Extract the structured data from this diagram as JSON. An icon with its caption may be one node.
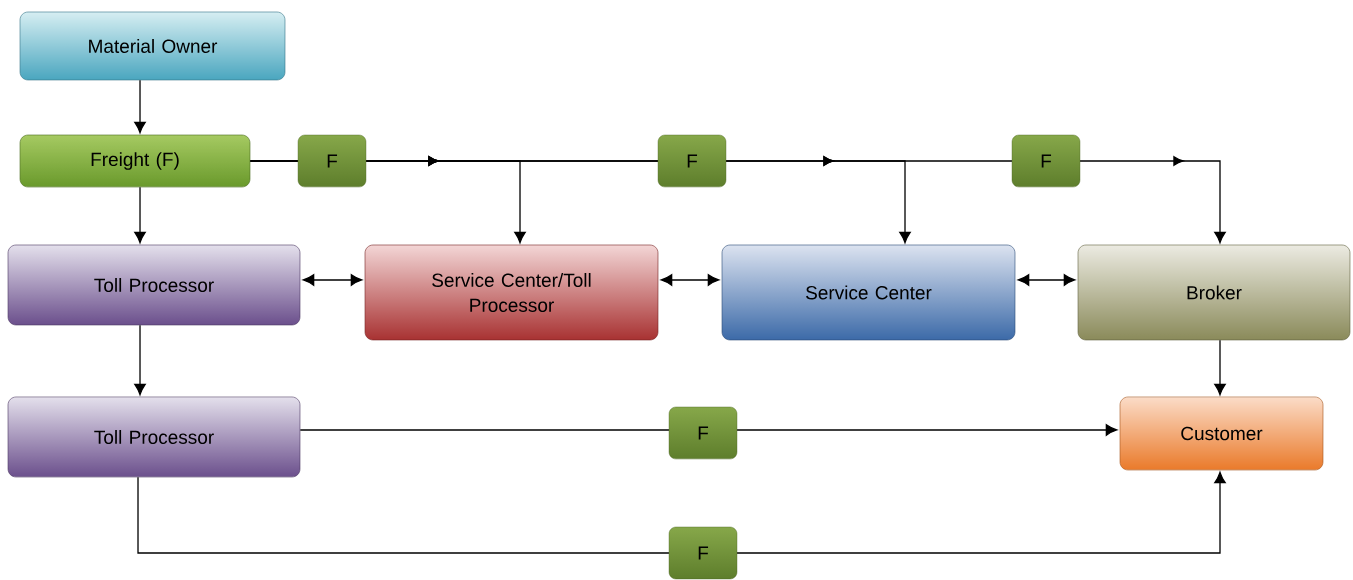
{
  "diagram": {
    "nodes": [
      {
        "text": [
          "Material Owner"
        ]
      },
      {
        "text": [
          "Freight (F)"
        ]
      },
      {
        "text": [
          "Toll Processor"
        ]
      },
      {
        "text": [
          "Service Center/Toll Processor"
        ]
      },
      {
        "text": [
          "Service Center"
        ]
      },
      {
        "text": [
          "Broker"
        ]
      },
      {
        "text": [
          "Toll Processor"
        ]
      },
      {
        "text": [
          "Customer"
        ]
      }
    ],
    "edges": [
      {
        "from": 0,
        "to": 1,
        "arrow": "to"
      },
      {
        "from": 1,
        "to": 2,
        "arrow": "to"
      },
      {
        "from": 1,
        "to": 3,
        "arrow": "to",
        "label": "F"
      },
      {
        "from": 1,
        "to": 4,
        "arrow": "to",
        "label": "F"
      },
      {
        "from": 1,
        "to": 5,
        "arrow": "to",
        "label": "F"
      },
      {
        "from": 2,
        "to": 3,
        "arrow": "both"
      },
      {
        "from": 3,
        "to": 4,
        "arrow": "both"
      },
      {
        "from": 4,
        "to": 5,
        "arrow": "both"
      },
      {
        "from": 2,
        "to": 6,
        "arrow": "to"
      },
      {
        "from": 5,
        "to": 7,
        "arrow": "to"
      },
      {
        "from": 6,
        "to": 7,
        "arrow": "to",
        "label": "F"
      },
      {
        "from": 6,
        "to": 7,
        "arrow": "to",
        "label": "F"
      }
    ]
  }
}
